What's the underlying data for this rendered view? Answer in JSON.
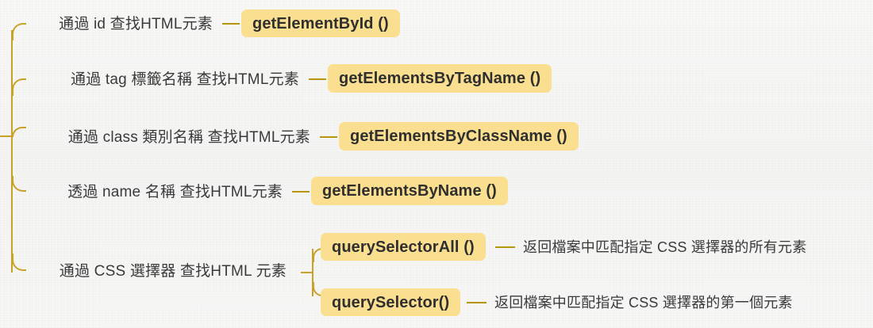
{
  "diagram": {
    "type": "mind-map",
    "title_present": false,
    "colors": {
      "background": "#f7f7f6",
      "bracket": "#c9a227",
      "connector_dash": "#b8960b",
      "badge_fill": "#fbdf90",
      "text": "#3a3a3a",
      "badge_text": "#2f2f2f"
    },
    "rows": [
      {
        "label": "通過 id 查找HTML元素",
        "method": "getElementById ()",
        "description": ""
      },
      {
        "label": "通過 tag 標籤名稱 查找HTML元素",
        "method": "getElementsByTagName ()",
        "description": ""
      },
      {
        "label": "通過 class 類別名稱 查找HTML元素",
        "method": "getElementsByClassName ()",
        "description": ""
      },
      {
        "label": "透過 name 名稱 查找HTML元素",
        "method": "getElementsByName ()",
        "description": ""
      },
      {
        "label": "通過 CSS 選擇器 查找HTML 元素",
        "method": "",
        "description": ""
      }
    ],
    "css_branch": {
      "label": "通過 CSS 選擇器 查找HTML 元素",
      "children": [
        {
          "method": "querySelectorAll ()",
          "description": "返回檔案中匹配指定 CSS 選擇器的所有元素"
        },
        {
          "method": "querySelector()",
          "description": "返回檔案中匹配指定 CSS 選擇器的第一個元素"
        }
      ]
    }
  }
}
